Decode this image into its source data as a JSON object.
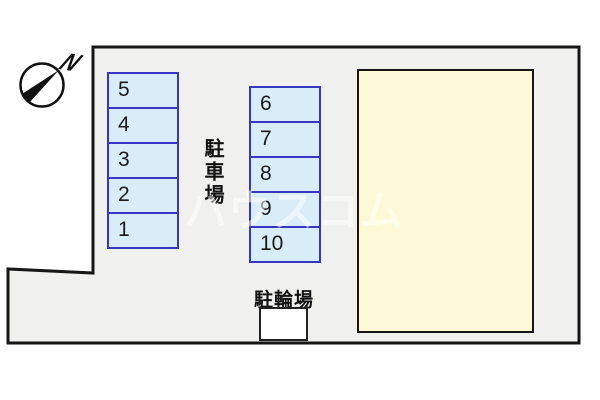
{
  "site_plan": {
    "compass": {
      "label": "N"
    },
    "parking_lot": {
      "label": "駐車場",
      "left_column_stalls": [
        "5",
        "4",
        "3",
        "2",
        "1"
      ],
      "right_column_stalls": [
        "6",
        "7",
        "8",
        "9",
        "10"
      ]
    },
    "bicycle_parking": {
      "label": "駐輪場"
    },
    "watermark": "ハウスコム",
    "colors": {
      "stall_fill": "#d9edf9",
      "stall_border": "#3636c0",
      "building_fill": "#fdf8d6",
      "building_border": "#161616",
      "lot_fill": "#f0f0ef",
      "outline": "#161616"
    }
  }
}
